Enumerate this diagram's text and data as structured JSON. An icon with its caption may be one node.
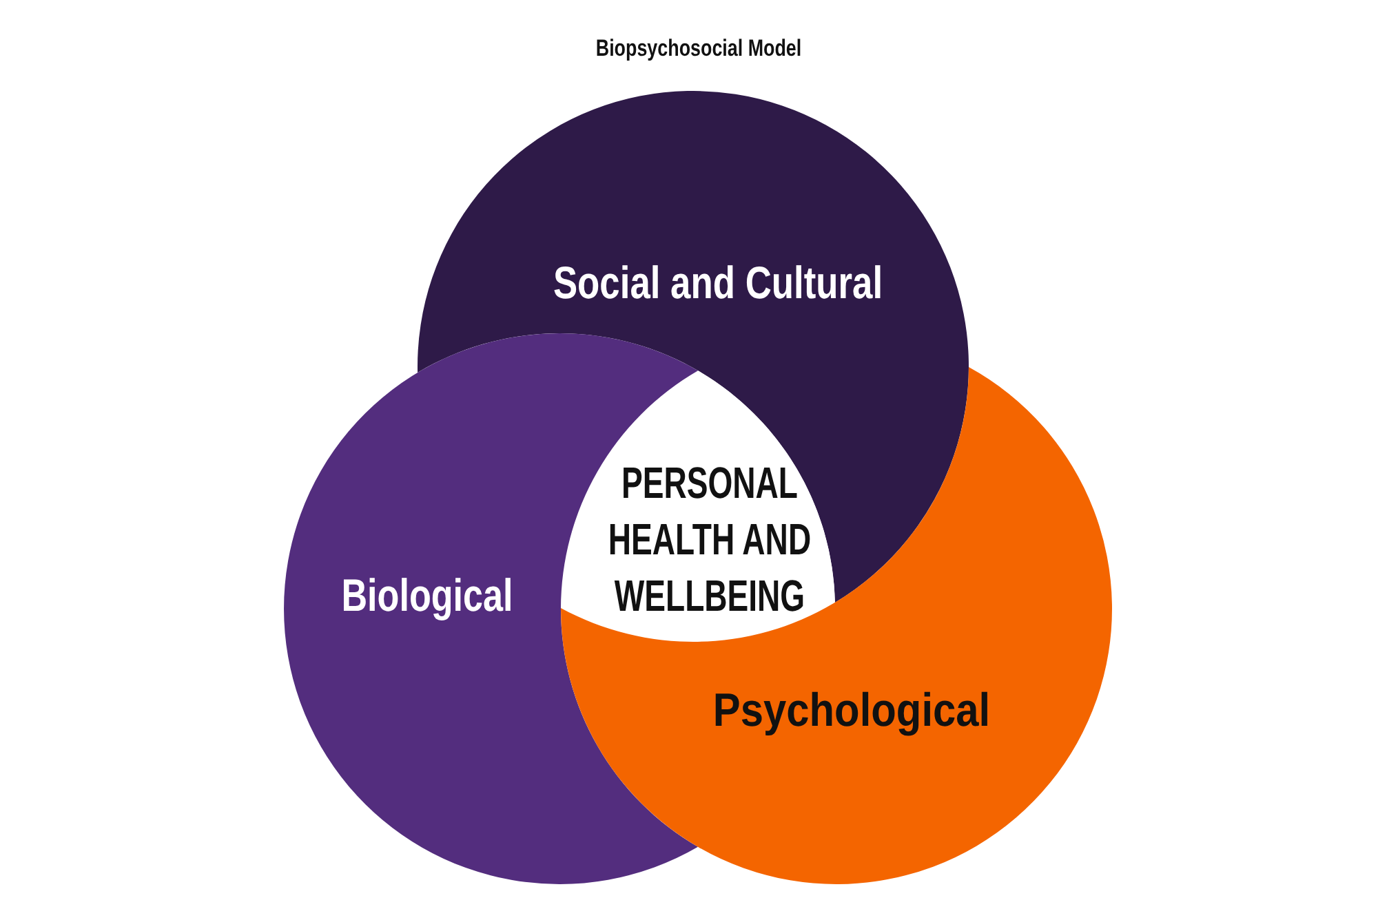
{
  "diagram": {
    "title": "Biopsychosocial Model",
    "nodes": [
      {
        "text": [
          "Social and Cultural"
        ]
      },
      {
        "text": [
          "PERSONAL HEALTH AND WELLBEING"
        ]
      },
      {
        "text": [
          "Biological"
        ]
      },
      {
        "text": [
          "Psychological"
        ]
      }
    ]
  }
}
